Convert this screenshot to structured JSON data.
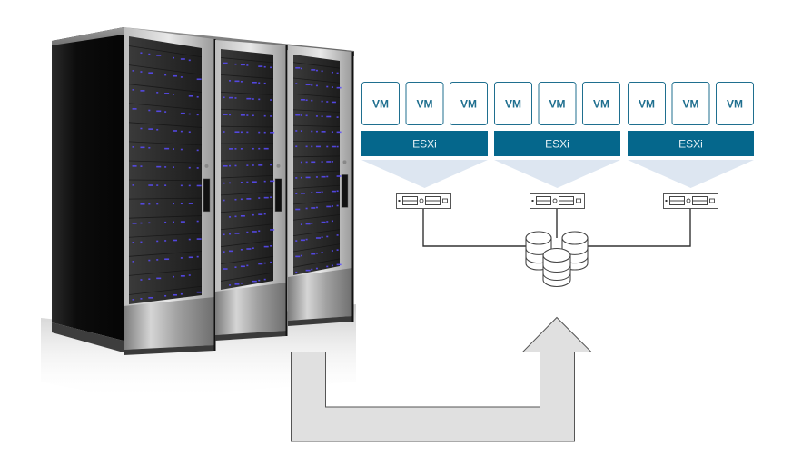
{
  "diagram": {
    "type": "virtualization-architecture",
    "colors": {
      "vm_border": "#1f6f8f",
      "vm_text": "#1f6f8f",
      "esxi_bar": "#05678c",
      "esxi_text": "#e8f2f6",
      "funnel": "#dde6f1",
      "connector_line": "#333333",
      "arrow_fill": "#e0e0e0",
      "arrow_stroke": "#555555",
      "rack_led": "#5a4cff"
    },
    "hosts": [
      {
        "hypervisor_label": "ESXi",
        "vms": [
          "VM",
          "VM",
          "VM"
        ]
      },
      {
        "hypervisor_label": "ESXi",
        "vms": [
          "VM",
          "VM",
          "VM"
        ]
      },
      {
        "hypervisor_label": "ESXi",
        "vms": [
          "VM",
          "VM",
          "VM"
        ]
      }
    ],
    "physical_servers": 3,
    "shared_storage": "database-cluster",
    "server_rack": {
      "door_count": 3
    },
    "migration_arrow": "u-turn-up"
  }
}
